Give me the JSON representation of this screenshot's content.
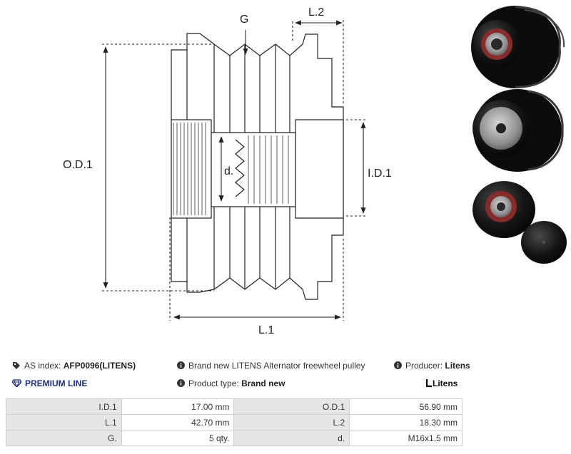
{
  "drawing": {
    "labels": {
      "g": "G",
      "l2": "L.2",
      "od1": "O.D.1",
      "d": "d.",
      "id1": "I.D.1",
      "l1": "L.1"
    }
  },
  "info": {
    "as_index_label": "AS index:",
    "as_index_value": "AFP0096(LITENS)",
    "description": "Brand new LITENS Alternator freewheel pulley",
    "producer_label": "Producer:",
    "producer_value": "Litens",
    "premium_line": "PREMIUM LINE",
    "product_type_label": "Product type:",
    "product_type_value": "Brand new",
    "brand_logo": "Litens"
  },
  "specs": [
    {
      "label1": "I.D.1",
      "value1": "17.00 mm",
      "label2": "O.D.1",
      "value2": "56.90 mm"
    },
    {
      "label1": "L.1",
      "value1": "42.70 mm",
      "label2": "L.2",
      "value2": "18.30 mm"
    },
    {
      "label1": "G.",
      "value1": "5 qty.",
      "label2": "d.",
      "value2": "M16x1.5 mm"
    }
  ],
  "colors": {
    "premium": "#1d2f8f",
    "label_bg": "#e6e6e6",
    "border": "#cfcfcf"
  },
  "icons": [
    "tag-icon",
    "info-icon",
    "diamond-icon",
    "litens-logo"
  ]
}
